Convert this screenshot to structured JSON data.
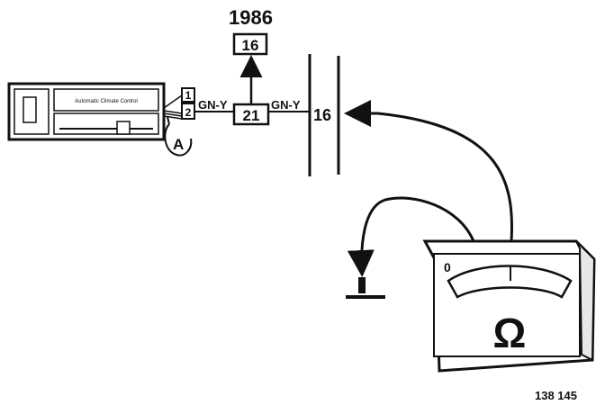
{
  "year_label": "1986",
  "top_connector_label": "16",
  "mid_connector_label": "21",
  "bus_label": "16",
  "wire_label_left": "GN-Y",
  "wire_label_right": "GN-Y",
  "pin_top": "1",
  "pin_bottom": "2",
  "callout_letter": "A",
  "control_unit_text": "Automatic Climate Control",
  "meter_zero": "0",
  "meter_symbol": "Ω",
  "figure_number": "138 145"
}
